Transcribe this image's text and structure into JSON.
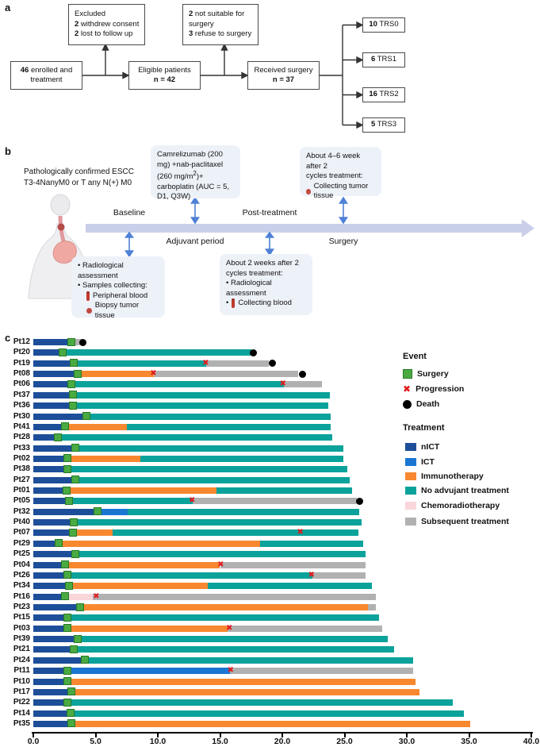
{
  "panel_a": {
    "label": "a",
    "enrolled": {
      "num": "46",
      "text": " enrolled and treatment"
    },
    "excluded": {
      "title": "Excluded",
      "l1n": "2",
      "l1": " withdrew consent",
      "l2n": "2",
      "l2": " lost to follow up"
    },
    "eligible": {
      "l1": "Eligible patients",
      "l2": "n = 42"
    },
    "notsuitable": {
      "l1n": "2",
      "l1": " not suitable for surgery",
      "l2n": "3",
      "l2": " refuse to surgery"
    },
    "received": {
      "l1": "Received surgery",
      "l2": "n = 37"
    },
    "trs": [
      {
        "n": "10",
        "t": " TRS0"
      },
      {
        "n": "6",
        "t": " TRS1"
      },
      {
        "n": "16",
        "t": " TRS2"
      },
      {
        "n": "5",
        "t": " TRS3"
      }
    ]
  },
  "panel_b": {
    "label": "b",
    "condition_l1": "Pathologically confirmed ESCC",
    "condition_l2": "T3-4NanyM0 or T any N(+) M0",
    "drug_pre": "Camrelizumab (200 mg) +nab-paclitaxel (260 mg/m",
    "drug_sup": "2",
    "drug_post": ")+ carboplatin (AUC = 5, D1, Q3W)",
    "baseline": "Baseline",
    "adjuvant": "Adjuvant period",
    "post": "Post-treatment",
    "surgery": "Surgery",
    "bullet": "•",
    "box_tr_l1": "About 4–6 week after 2",
    "box_tr_l2": "cycles treatment:",
    "box_tr_item": "Collecting tumor tissue",
    "box_bl_i1": "Radiological assessment",
    "box_bl_i2": "Samples collecting:",
    "box_bl_s1": "Peripheral blood",
    "box_bl_s2": "Biopsy tumor tissue",
    "box_bm_l1": "About 2 weeks after 2",
    "box_bm_l2": "cycles treatment:",
    "box_bm_i1": "Radiological assessment",
    "box_bm_i2": "Collecting blood"
  },
  "panel_c_label": "c",
  "chart_data": {
    "type": "swimmer",
    "xlim": [
      0,
      40
    ],
    "x_ticks": [
      {
        "v": 0,
        "label": "0.0"
      },
      {
        "v": 5,
        "label": "5.0"
      },
      {
        "v": 10,
        "label": "10.0"
      },
      {
        "v": 15,
        "label": "15.0"
      },
      {
        "v": 20,
        "label": "20.0"
      },
      {
        "v": 25,
        "label": "25.0"
      },
      {
        "v": 30,
        "label": "30.0"
      },
      {
        "v": 35,
        "label": "35.0"
      },
      {
        "v": 40,
        "label": "40.0"
      }
    ],
    "legend": {
      "event_title": "Event",
      "event_items": [
        {
          "key": "surgery",
          "label": "Surgery",
          "color": "#4aaa42"
        },
        {
          "key": "progression",
          "label": "Progression",
          "color": "#e21b1e"
        },
        {
          "key": "death",
          "label": "Death",
          "color": "#000000"
        }
      ],
      "treatment_title": "Treatment",
      "items": [
        {
          "key": "nICT",
          "label": "nICT",
          "color": "#1d4e99"
        },
        {
          "key": "ICT",
          "label": "ICT",
          "color": "#1b76d1"
        },
        {
          "key": "Immunotherapy",
          "label": "Immunotherapy",
          "color": "#f8882f"
        },
        {
          "key": "NoAdjuvant",
          "label": "No advujant treatment",
          "color": "#0aa29a"
        },
        {
          "key": "Chemoradiotherapy",
          "label": "Chemoradiotherapy",
          "color": "#f9d6da"
        },
        {
          "key": "Subsequent",
          "label": "Subsequent treatment",
          "color": "#b1b1b1"
        }
      ]
    },
    "patients": [
      {
        "id": "Pt12",
        "segs": [
          [
            "nICT",
            0,
            3.1
          ],
          [
            "Subsequent",
            3.1,
            3.9
          ]
        ],
        "surgery": 3.1,
        "death": 4.0
      },
      {
        "id": "Pt20",
        "segs": [
          [
            "nICT",
            0,
            2.3
          ],
          [
            "NoAdjuvant",
            2.3,
            17.5
          ]
        ],
        "surgery": 2.4,
        "death": 17.7
      },
      {
        "id": "Pt19",
        "segs": [
          [
            "nICT",
            0,
            3.1
          ],
          [
            "NoAdjuvant",
            3.1,
            13.9
          ],
          [
            "Subsequent",
            13.9,
            18.9
          ]
        ],
        "surgery": 3.3,
        "progression": 13.9,
        "death": 19.2
      },
      {
        "id": "Pt08",
        "segs": [
          [
            "nICT",
            0,
            3.4
          ],
          [
            "Immunotherapy",
            3.4,
            9.7
          ],
          [
            "Subsequent",
            9.7,
            21.3
          ]
        ],
        "surgery": 3.6,
        "progression": 9.7,
        "death": 21.6
      },
      {
        "id": "Pt06",
        "segs": [
          [
            "nICT",
            0,
            2.9
          ],
          [
            "NoAdjuvant",
            2.9,
            20.1
          ],
          [
            "Subsequent",
            20.1,
            23.2
          ]
        ],
        "surgery": 3.1,
        "progression": 20.1
      },
      {
        "id": "Pt37",
        "segs": [
          [
            "nICT",
            0,
            3.0
          ],
          [
            "NoAdjuvant",
            3.0,
            23.8
          ]
        ],
        "surgery": 3.2
      },
      {
        "id": "Pt36",
        "segs": [
          [
            "nICT",
            0,
            3.0
          ],
          [
            "NoAdjuvant",
            3.0,
            23.7
          ]
        ],
        "surgery": 3.2
      },
      {
        "id": "Pt30",
        "segs": [
          [
            "nICT",
            0,
            4.1
          ],
          [
            "NoAdjuvant",
            4.1,
            23.9
          ]
        ],
        "surgery": 4.3
      },
      {
        "id": "Pt41",
        "segs": [
          [
            "nICT",
            0,
            2.4
          ],
          [
            "Immunotherapy",
            2.4,
            7.5
          ],
          [
            "NoAdjuvant",
            7.5,
            23.9
          ]
        ],
        "surgery": 2.6
      },
      {
        "id": "Pt28",
        "segs": [
          [
            "nICT",
            0,
            1.8
          ],
          [
            "NoAdjuvant",
            1.8,
            24.0
          ]
        ],
        "surgery": 2.0
      },
      {
        "id": "Pt33",
        "segs": [
          [
            "nICT",
            0,
            3.2
          ],
          [
            "NoAdjuvant",
            3.2,
            24.9
          ]
        ],
        "surgery": 3.4
      },
      {
        "id": "Pt02",
        "segs": [
          [
            "nICT",
            0,
            2.5
          ],
          [
            "Immunotherapy",
            2.5,
            8.6
          ],
          [
            "NoAdjuvant",
            8.6,
            24.9
          ]
        ],
        "surgery": 2.8
      },
      {
        "id": "Pt38",
        "segs": [
          [
            "nICT",
            0,
            2.6
          ],
          [
            "NoAdjuvant",
            2.6,
            25.2
          ]
        ],
        "surgery": 2.8
      },
      {
        "id": "Pt27",
        "segs": [
          [
            "nICT",
            0,
            3.2
          ],
          [
            "NoAdjuvant",
            3.2,
            25.4
          ]
        ],
        "surgery": 3.4
      },
      {
        "id": "Pt01",
        "segs": [
          [
            "nICT",
            0,
            2.4
          ],
          [
            "Immunotherapy",
            2.4,
            14.7
          ],
          [
            "NoAdjuvant",
            14.7,
            25.6
          ]
        ],
        "surgery": 2.7
      },
      {
        "id": "Pt05",
        "segs": [
          [
            "nICT",
            0,
            2.7
          ],
          [
            "NoAdjuvant",
            2.7,
            12.8
          ],
          [
            "Subsequent",
            12.8,
            26.0
          ]
        ],
        "surgery": 2.9,
        "progression": 12.8,
        "death": 26.2
      },
      {
        "id": "Pt32",
        "segs": [
          [
            "nICT",
            0,
            5.0
          ],
          [
            "ICT",
            5.0,
            7.6
          ],
          [
            "NoAdjuvant",
            7.6,
            26.2
          ]
        ],
        "surgery": 5.2
      },
      {
        "id": "Pt40",
        "segs": [
          [
            "nICT",
            0,
            3.1
          ],
          [
            "NoAdjuvant",
            3.1,
            26.4
          ]
        ],
        "surgery": 3.3
      },
      {
        "id": "Pt07",
        "segs": [
          [
            "nICT",
            0,
            3.0
          ],
          [
            "Immunotherapy",
            3.0,
            6.4
          ],
          [
            "NoAdjuvant",
            6.4,
            26.1
          ]
        ],
        "surgery": 3.2,
        "progression": 21.5
      },
      {
        "id": "Pt29",
        "segs": [
          [
            "nICT",
            0,
            1.9
          ],
          [
            "Immunotherapy",
            1.9,
            18.2
          ],
          [
            "NoAdjuvant",
            18.2,
            26.5
          ]
        ],
        "surgery": 2.1
      },
      {
        "id": "Pt25",
        "segs": [
          [
            "nICT",
            0,
            3.1
          ],
          [
            "NoAdjuvant",
            3.1,
            26.7
          ]
        ],
        "surgery": 3.4
      },
      {
        "id": "Pt04",
        "segs": [
          [
            "nICT",
            0,
            2.3
          ],
          [
            "Immunotherapy",
            2.3,
            15.0
          ],
          [
            "Subsequent",
            15.0,
            26.7
          ]
        ],
        "surgery": 2.6,
        "progression": 15.1
      },
      {
        "id": "Pt26",
        "segs": [
          [
            "nICT",
            0,
            2.6
          ],
          [
            "NoAdjuvant",
            2.6,
            22.4
          ],
          [
            "Subsequent",
            22.4,
            26.7
          ]
        ],
        "surgery": 2.8,
        "progression": 22.4
      },
      {
        "id": "Pt34",
        "segs": [
          [
            "nICT",
            0,
            2.7
          ],
          [
            "Immunotherapy",
            2.7,
            14.0
          ],
          [
            "NoAdjuvant",
            14.0,
            27.2
          ]
        ],
        "surgery": 2.9
      },
      {
        "id": "Pt16",
        "segs": [
          [
            "nICT",
            0,
            2.3
          ],
          [
            "Chemoradiotherapy",
            2.3,
            4.8
          ],
          [
            "Subsequent",
            4.8,
            27.5
          ]
        ],
        "surgery": 2.6,
        "progression": 5.1
      },
      {
        "id": "Pt23",
        "segs": [
          [
            "nICT",
            0,
            3.6
          ],
          [
            "Immunotherapy",
            3.6,
            26.9
          ],
          [
            "Subsequent",
            26.9,
            27.5
          ]
        ],
        "surgery": 3.8
      },
      {
        "id": "Pt15",
        "segs": [
          [
            "nICT",
            0,
            2.5
          ],
          [
            "NoAdjuvant",
            2.5,
            27.8
          ]
        ],
        "surgery": 2.8
      },
      {
        "id": "Pt03",
        "segs": [
          [
            "nICT",
            0,
            2.5
          ],
          [
            "Immunotherapy",
            2.5,
            15.6
          ],
          [
            "Subsequent",
            15.6,
            28.0
          ]
        ],
        "surgery": 2.8,
        "progression": 15.8
      },
      {
        "id": "Pt39",
        "segs": [
          [
            "nICT",
            0,
            3.3
          ],
          [
            "NoAdjuvant",
            3.3,
            28.5
          ]
        ],
        "surgery": 3.6
      },
      {
        "id": "Pt21",
        "segs": [
          [
            "nICT",
            0,
            3.0
          ],
          [
            "NoAdjuvant",
            3.0,
            29.0
          ]
        ],
        "surgery": 3.3
      },
      {
        "id": "Pt24",
        "segs": [
          [
            "nICT",
            0,
            3.9
          ],
          [
            "NoAdjuvant",
            3.9,
            30.5
          ]
        ],
        "surgery": 4.2
      },
      {
        "id": "Pt11",
        "segs": [
          [
            "nICT",
            0,
            2.5
          ],
          [
            "ICT",
            2.5,
            15.8
          ],
          [
            "Subsequent",
            15.8,
            30.5
          ]
        ],
        "surgery": 2.8,
        "progression": 15.9
      },
      {
        "id": "Pt10",
        "segs": [
          [
            "nICT",
            0,
            2.6
          ],
          [
            "Immunotherapy",
            2.6,
            30.7
          ]
        ],
        "surgery": 2.8
      },
      {
        "id": "Pt17",
        "segs": [
          [
            "nICT",
            0,
            2.9
          ],
          [
            "Immunotherapy",
            2.9,
            31.0
          ]
        ],
        "surgery": 3.1
      },
      {
        "id": "Pt22",
        "segs": [
          [
            "nICT",
            0,
            2.5
          ],
          [
            "NoAdjuvant",
            2.5,
            33.7
          ]
        ],
        "surgery": 2.8
      },
      {
        "id": "Pt14",
        "segs": [
          [
            "nICT",
            0,
            2.8
          ],
          [
            "NoAdjuvant",
            2.8,
            34.6
          ]
        ],
        "surgery": 3.0
      },
      {
        "id": "Pt35",
        "segs": [
          [
            "nICT",
            0,
            2.9
          ],
          [
            "Immunotherapy",
            2.9,
            35.1
          ]
        ],
        "surgery": 3.1
      }
    ]
  }
}
